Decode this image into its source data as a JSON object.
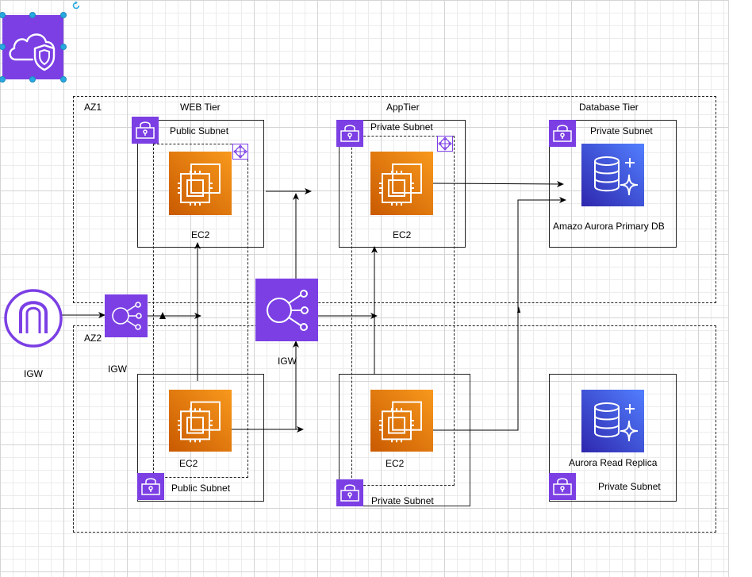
{
  "zones": {
    "az1": "AZ1",
    "az2": "AZ2"
  },
  "tiers": {
    "web": "WEB Tier",
    "app": "AppTier",
    "db": "Database Tier"
  },
  "subnets": {
    "web_az1": "Public Subnet",
    "web_az2": "Public Subnet",
    "app_az1": "Private Subnet",
    "app_az2": "Private Subnet",
    "db_az1": "Private Subnet",
    "db_az2": "Private Subnet"
  },
  "instances": {
    "ec2_web_az1": "EC2",
    "ec2_web_az2": "EC2",
    "ec2_app_az1": "EC2",
    "ec2_app_az2": "EC2"
  },
  "databases": {
    "primary": "Amazo Aurora Primary DB",
    "replica": "Aurora Read Replica"
  },
  "gateways": {
    "igw": "IGW",
    "lb_left": "IGW",
    "lb_center": "IGW"
  },
  "colors": {
    "purple": "#7b3fe4",
    "purple_dark": "#5a30b5",
    "orange": "#ed7100",
    "orange_dark": "#c95a00",
    "db_blue": "#3b48cc",
    "db_blue_light": "#4f5fe8",
    "selection": "#29a8e0"
  },
  "icons": {
    "vpc": "vpc-shield-cloud-icon",
    "subnet_lock": "subnet-lock-icon",
    "asg": "auto-scaling-group-icon",
    "ec2": "ec2-instance-icon",
    "elb": "elastic-load-balancer-icon",
    "igw": "internet-gateway-icon",
    "aurora": "aurora-database-icon"
  }
}
